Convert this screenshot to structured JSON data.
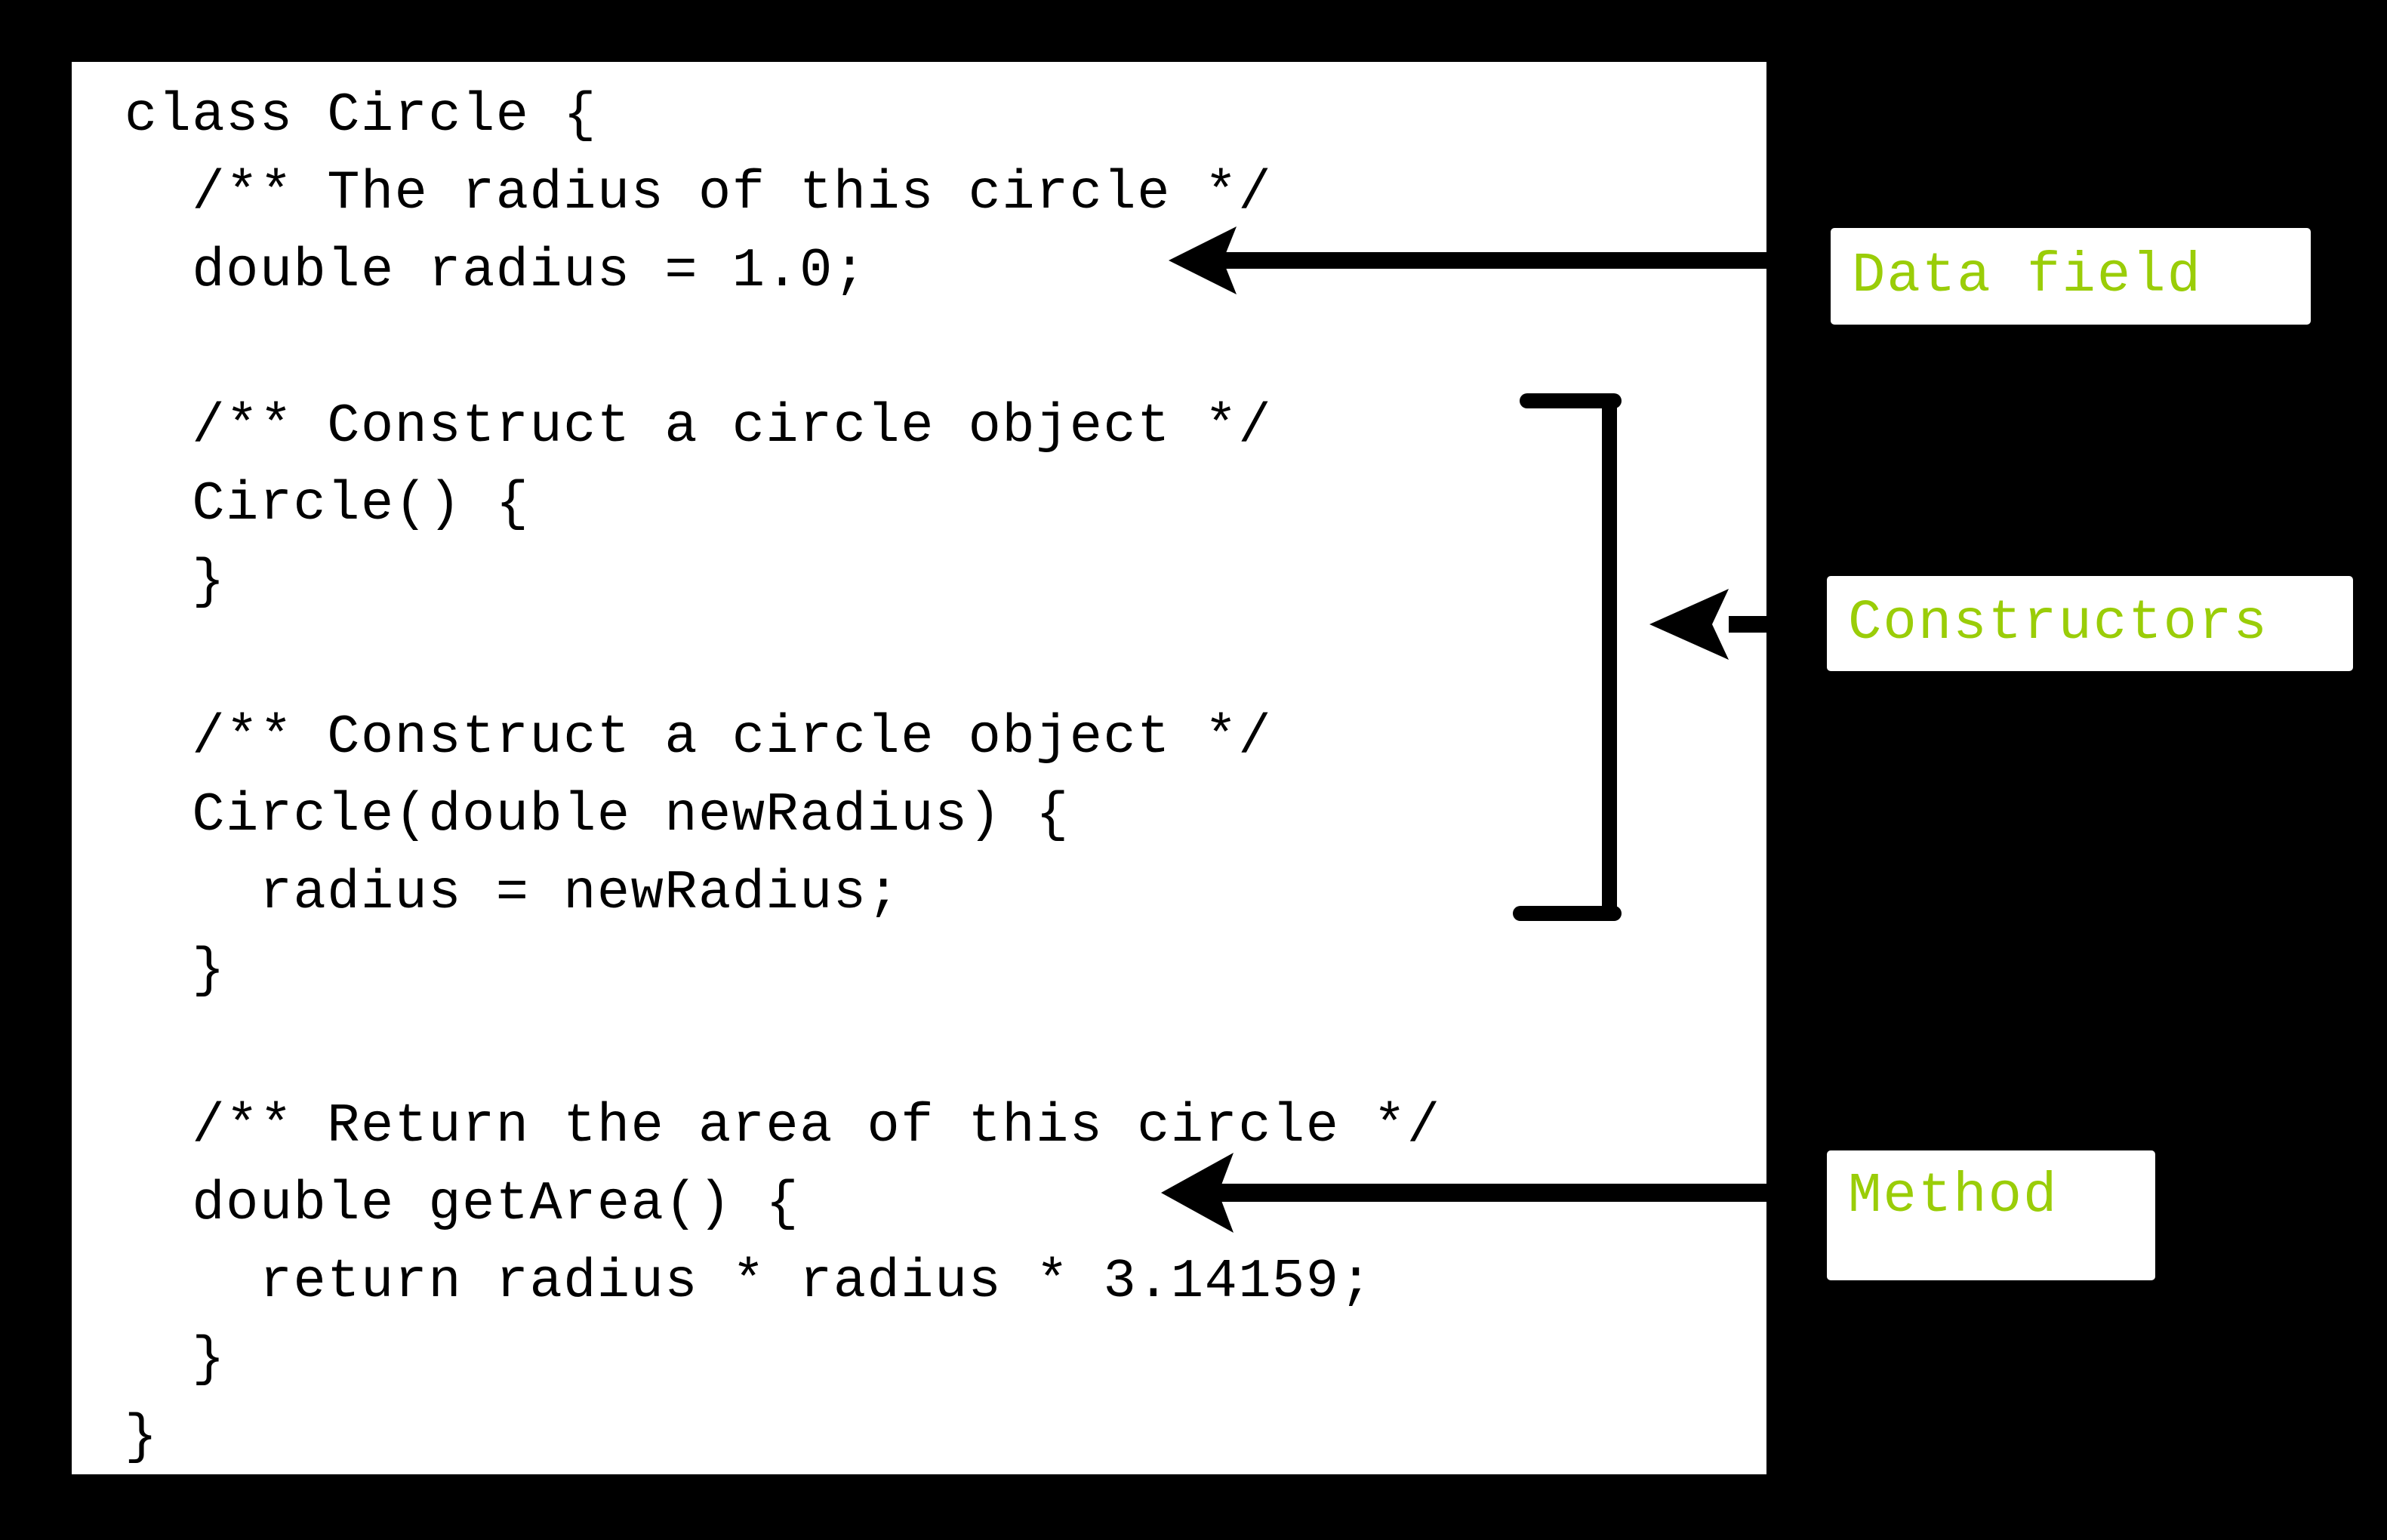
{
  "slide": {
    "background_color": "#000000",
    "panel_background": "#ffffff",
    "accent_color": "#9acd08",
    "connector_color": "#000000"
  },
  "code_panel": {
    "language": "java",
    "lines": [
      "class Circle {",
      "  /** The radius of this circle */",
      "  double radius = 1.0;",
      "",
      "  /** Construct a circle object */",
      "  Circle() {",
      "  }",
      "",
      "  /** Construct a circle object */",
      "  Circle(double newRadius) {",
      "    radius = newRadius;",
      "  }",
      "",
      "  /** Return the area of this circle */",
      "  double getArea() {",
      "    return radius * radius * 3.14159;",
      "  }",
      "}"
    ],
    "text": "class Circle {\n  /** The radius of this circle */\n  double radius = 1.0;\n\n  /** Construct a circle object */\n  Circle() {\n  }\n\n  /** Construct a circle object */\n  Circle(double newRadius) {\n    radius = newRadius;\n  }\n\n  /** Return the area of this circle */\n  double getArea() {\n    return radius * radius * 3.14159;\n  }\n}"
  },
  "callouts": [
    {
      "id": "data-field",
      "label": "Data field",
      "points_to_line": "double radius = 1.0;",
      "connector": "arrow"
    },
    {
      "id": "constructors",
      "label": "Constructors",
      "points_to_line": "Circle() { } / Circle(double newRadius) { radius = newRadius; }",
      "connector": "arrow-with-bracket"
    },
    {
      "id": "method",
      "label": "Method",
      "points_to_line": "double getArea() {",
      "connector": "arrow"
    }
  ]
}
